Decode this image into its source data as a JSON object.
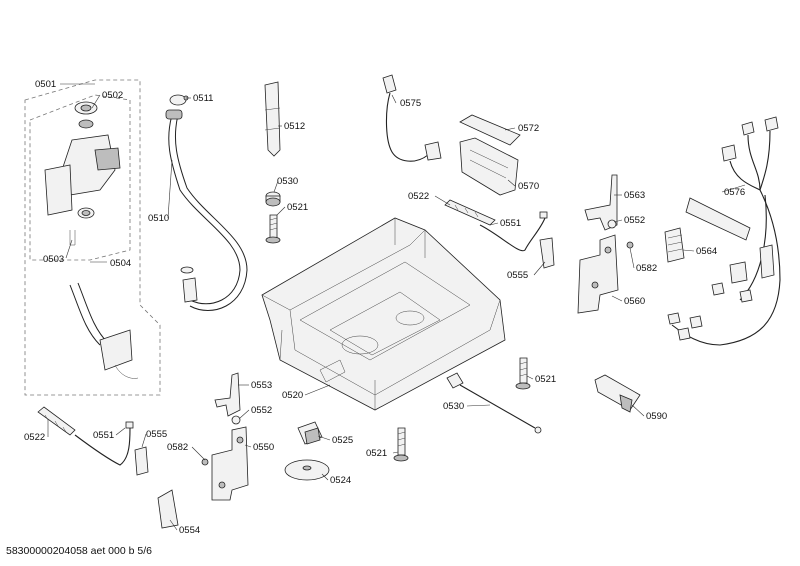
{
  "diagram": {
    "labels": [
      {
        "id": "p0501",
        "text": "0501"
      },
      {
        "id": "p0502",
        "text": "0502"
      },
      {
        "id": "p0503",
        "text": "0503"
      },
      {
        "id": "p0504",
        "text": "0504"
      },
      {
        "id": "p0510",
        "text": "0510"
      },
      {
        "id": "p0511",
        "text": "0511"
      },
      {
        "id": "p0512",
        "text": "0512"
      },
      {
        "id": "p0530a",
        "text": "0530"
      },
      {
        "id": "p0521a",
        "text": "0521"
      },
      {
        "id": "p0575",
        "text": "0575"
      },
      {
        "id": "p0572",
        "text": "0572"
      },
      {
        "id": "p0570",
        "text": "0570"
      },
      {
        "id": "p0522a",
        "text": "0522"
      },
      {
        "id": "p0551a",
        "text": "0551"
      },
      {
        "id": "p0555a",
        "text": "0555"
      },
      {
        "id": "p0563",
        "text": "0563"
      },
      {
        "id": "p0552a",
        "text": "0552"
      },
      {
        "id": "p0582a",
        "text": "0582"
      },
      {
        "id": "p0560",
        "text": "0560"
      },
      {
        "id": "p0576",
        "text": "0576"
      },
      {
        "id": "p0564",
        "text": "0564"
      },
      {
        "id": "p0520",
        "text": "0520"
      },
      {
        "id": "p0553",
        "text": "0553"
      },
      {
        "id": "p0552b",
        "text": "0552"
      },
      {
        "id": "p0550",
        "text": "0550"
      },
      {
        "id": "p0582b",
        "text": "0582"
      },
      {
        "id": "p0522b",
        "text": "0522"
      },
      {
        "id": "p0551b",
        "text": "0551"
      },
      {
        "id": "p0555b",
        "text": "0555"
      },
      {
        "id": "p0554",
        "text": "0554"
      },
      {
        "id": "p0525",
        "text": "0525"
      },
      {
        "id": "p0524",
        "text": "0524"
      },
      {
        "id": "p0521b",
        "text": "0521"
      },
      {
        "id": "p0530b",
        "text": "0530"
      },
      {
        "id": "p0521c",
        "text": "0521"
      },
      {
        "id": "p0590",
        "text": "0590"
      }
    ]
  },
  "footer": {
    "text": "58300000204058 aet 000 b 5/6"
  }
}
